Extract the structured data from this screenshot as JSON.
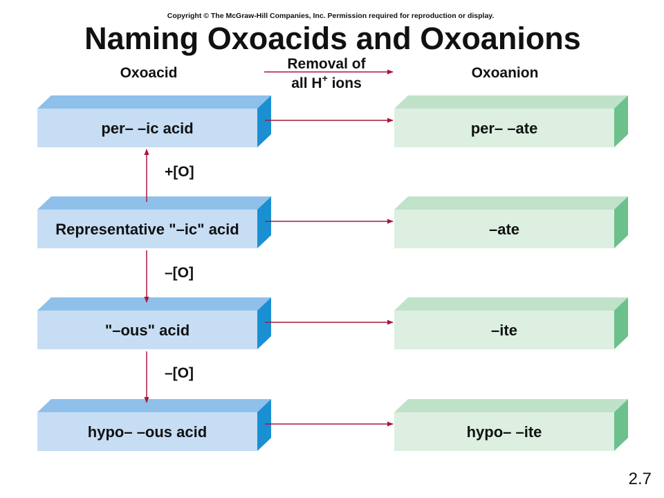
{
  "copyright": "Copyright © The McGraw-Hill Companies, Inc. Permission required for reproduction or display.",
  "title": "Naming Oxoacids and Oxoanions",
  "headers": {
    "left": "Oxoacid",
    "middle_line1": "Removal of",
    "middle_line2": "all H",
    "middle_sup": "+",
    "middle_line2_end": " ions",
    "right": "Oxoanion"
  },
  "acids": [
    "per– –ic acid",
    "Representative \"–ic\" acid",
    "\"–ous\" acid",
    "hypo– –ous acid"
  ],
  "anions": [
    "per– –ate",
    "–ate",
    "–ite",
    "hypo– –ite"
  ],
  "operations": [
    "+[O]",
    "–[O]",
    "–[O]"
  ],
  "page_number": "2.7",
  "colors": {
    "acid_front": "#c6ddf4",
    "acid_top": "#8fc0ea",
    "acid_side": "#1a8fd2",
    "anion_front": "#dcefe1",
    "anion_top": "#bfe2c9",
    "anion_side": "#6cc08c",
    "arrow": "#a8163c"
  }
}
